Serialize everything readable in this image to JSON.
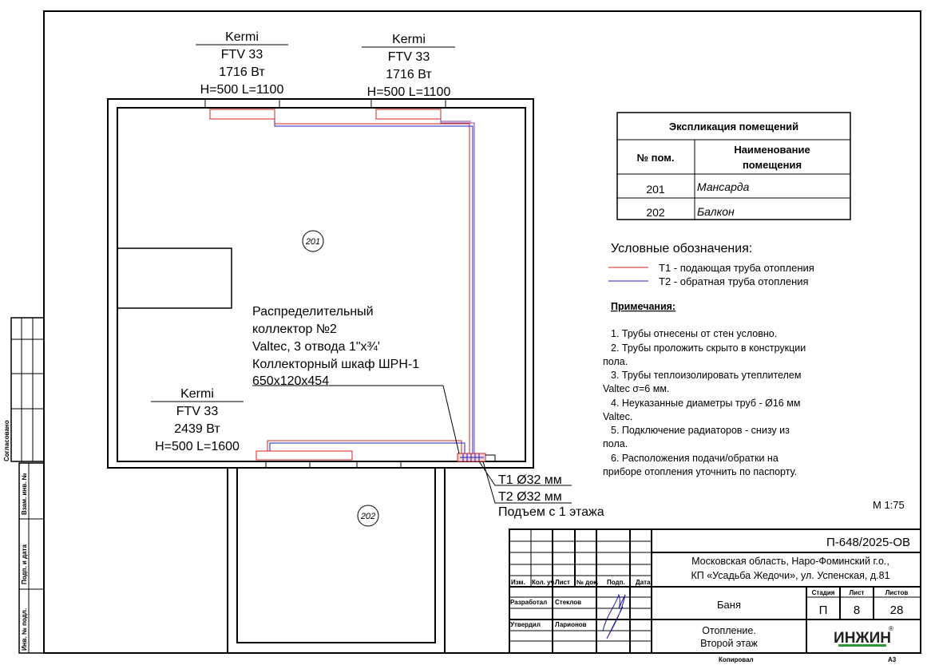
{
  "radiators": [
    {
      "brand": "Kermi",
      "model": "FTV 33",
      "power": "1716 Вт",
      "size": "H=500 L=1100"
    },
    {
      "brand": "Kermi",
      "model": "FTV 33",
      "power": "1716 Вт",
      "size": "H=500 L=1100"
    },
    {
      "brand": "Kermi",
      "model": "FTV 33",
      "power": "2439 Вт",
      "size": "H=500 L=1600"
    }
  ],
  "rooms": {
    "r201": "201",
    "r202": "202"
  },
  "collector": [
    "Распределительный",
    "коллектор №2",
    "Valtec, 3 отвода 1\"х¾'",
    "Коллекторный шкаф ШРН-1",
    "650х120х454"
  ],
  "riser": {
    "t1": "T1 Ø32 мм",
    "t2": "T2 Ø32 мм",
    "note": "Подъем с 1 этажа"
  },
  "explication": {
    "title": "Экспликация помещений",
    "col1": "№ пом.",
    "col2a": "Наименование",
    "col2b": "помещения",
    "rows": [
      {
        "num": "201",
        "name": "Мансарда"
      },
      {
        "num": "202",
        "name": "Балкон"
      }
    ]
  },
  "legend": {
    "title": "Условные обозначения:",
    "t1": "T1 - подающая труба отопления",
    "t2": "T2 - обратная труба отопления",
    "colors": {
      "t1": "#d62020",
      "t2": "#2020c0"
    }
  },
  "notes": {
    "title": "Примечания:",
    "lines": [
      "1.     Трубы отнесены от стен условно.",
      "2.     Трубы проложить скрыто в конструкции",
      "пола.",
      "3.     Трубы теплоизолировать утеплителем",
      "Valtec σ=6 мм.",
      "4.     Неуказанные диаметры труб - Ø16 мм",
      "Valtec.",
      "5.     Подключение радиаторов - снизу из",
      "пола.",
      "6.     Расположения подачи/обратки на",
      "приборе отопления уточнить по паспорту."
    ]
  },
  "scale": "М 1:75",
  "stamp": {
    "code": "П-648/2025-ОВ",
    "address1": "Московская область, Наро-Фоминский г.о.,",
    "address2": "КП «Усадьба Жедочи», ул. Успенская, д.81",
    "headers": [
      "Изм.",
      "Кол. уч.",
      "Лист",
      "№ док.",
      "Подп.",
      "Дата"
    ],
    "developed_label": "Разработал",
    "developed_name": "Стеклов",
    "approved_label": "Утвердил",
    "approved_name": "Ларионов",
    "object": "Баня",
    "stage_label": "Стадия",
    "sheet_label": "Лист",
    "sheets_label": "Листов",
    "stage": "П",
    "sheet": "8",
    "sheets": "28",
    "title1": "Отопление.",
    "title2": "Второй этаж",
    "logo": "ИНЖИН",
    "copied": "Копировал",
    "format": "А3"
  },
  "side": {
    "agreed": "Согласовано",
    "inv_repl": "Взам. инв. №",
    "sign_date": "Подп. и дата",
    "inv_orig": "Инв. № подл."
  }
}
